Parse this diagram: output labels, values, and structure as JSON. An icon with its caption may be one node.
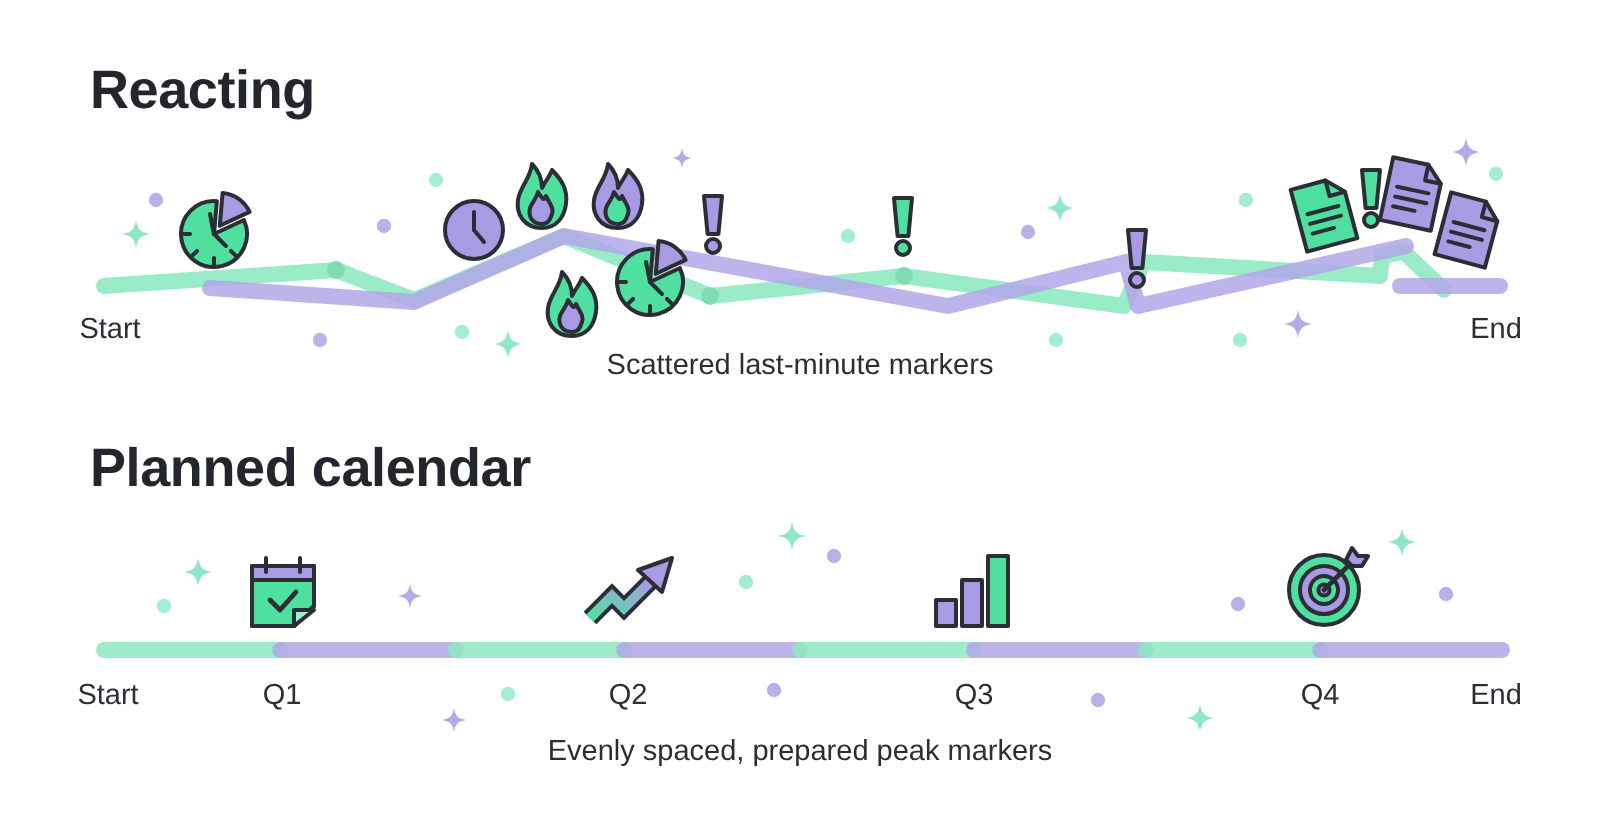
{
  "diagram": {
    "labels": [
      "Reacting",
      "Start",
      "End",
      "Scattered last-minute markers",
      "Planned calendar",
      "Start",
      "Q1",
      "Q2",
      "Q3",
      "Q4",
      "End",
      "Evenly spaced, prepared peak markers"
    ]
  }
}
